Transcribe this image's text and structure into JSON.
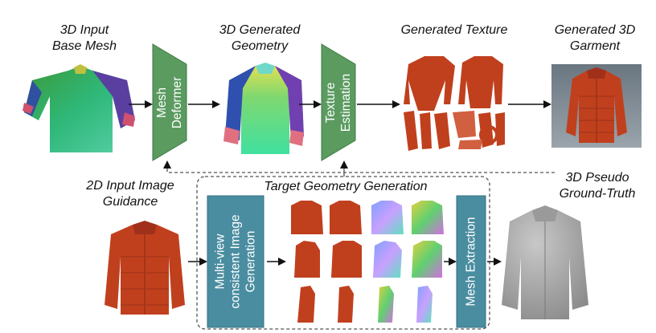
{
  "labels": {
    "input_mesh": [
      "3D Input",
      "Base Mesh"
    ],
    "generated_geometry": [
      "3D Generated",
      "Geometry"
    ],
    "generated_texture": "Generated Texture",
    "generated_garment": [
      "Generated 3D",
      "Garment"
    ],
    "input_image": [
      "2D Input Image",
      "Guidance"
    ],
    "target_geometry": "Target Geometry Generation",
    "pseudo_gt": [
      "3D Pseudo",
      "Ground-Truth"
    ]
  },
  "modules": {
    "mesh_deformer": [
      "Mesh",
      "Deformer"
    ],
    "texture_estimation": [
      "Texture",
      "Estimation"
    ],
    "multiview": [
      "Multi-view",
      "consistent Image",
      "Generation"
    ],
    "mesh_extraction": "Mesh Extraction"
  },
  "colors": {
    "module_green": "#5b9b60",
    "module_teal": "#4a8da0",
    "jacket_orange": "#c0401e",
    "pseudo_gray": "#9a9a9a"
  }
}
